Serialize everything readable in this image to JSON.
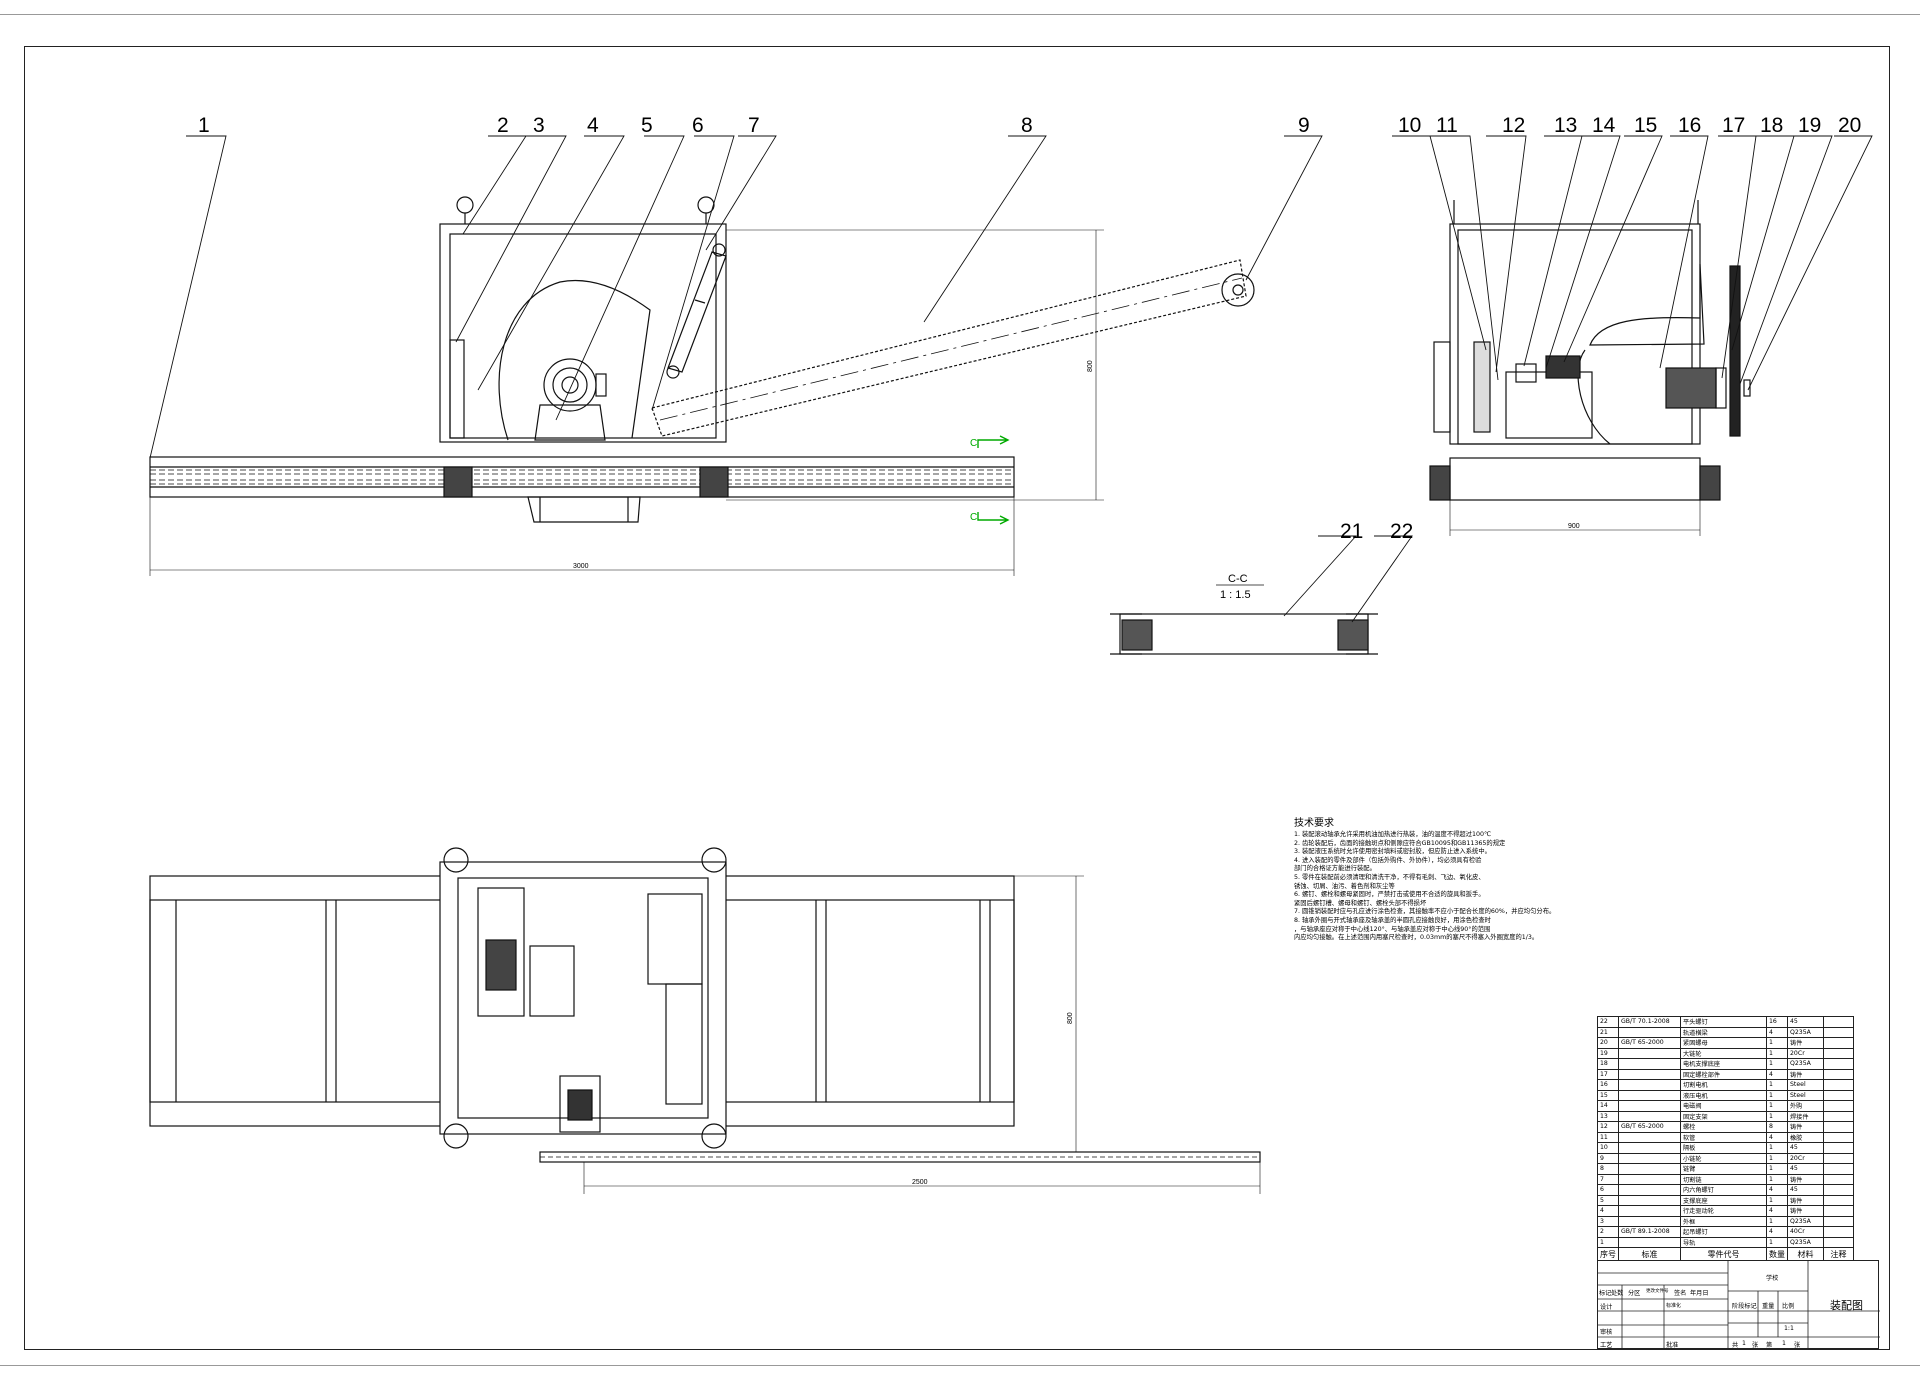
{
  "callouts": [
    "1",
    "2",
    "3",
    "4",
    "5",
    "6",
    "7",
    "8",
    "9",
    "10",
    "11",
    "12",
    "13",
    "14",
    "15",
    "16",
    "17",
    "18",
    "19",
    "20",
    "21",
    "22"
  ],
  "dimensions": {
    "main_length": "3000",
    "main_height": "800",
    "side_width": "900",
    "plan_height": "800",
    "plan_length": "2500"
  },
  "section": {
    "label": "C-C",
    "scale": "1 : 1.5",
    "marker": "C"
  },
  "tech_requirements": {
    "title": "技术要求",
    "lines": [
      "1. 装配滚动轴承允许采用机油加热进行热装，油的温度不得超过100℃",
      "2. 齿轮装配后，齿面的接触斑点和侧隙应符合GB10095和GB11365的规定",
      "3. 装配液压系统时允许使用密封填料或密封胶，但应防止进入系统中。",
      "4. 进入装配的零件及部件（包括外购件、外协件），均必须具有检验",
      "部门的合格证方能进行装配。",
      "5. 零件在装配前必须清理和清洗干净，不得有毛刺、飞边、氧化皮、",
      "锈蚀、切屑、油污、着色剂和灰尘等",
      "6. 螺钉、螺栓和螺母紧固时，严禁打击或使用不合适的旋具和扳手。",
      "紧固后螺钉槽、螺母和螺钉、螺栓头部不得损坏",
      "7. 圆锥销装配时应与孔应进行涂色检查，其接触率不应小于配合长度的60%，并应均匀分布。",
      "8. 轴承外圈与开式轴承座及轴承盖的半圆孔应接触良好，用涂色检查时",
      "，与轴承座应对称于中心线120°、与轴承盖应对称于中心线90°的范围",
      "内应均匀接触。在上述范围内用塞尺检查时，0.03mm的塞尺不得塞入外圈宽度的1/3。"
    ]
  },
  "bom": {
    "header": [
      "序号",
      "标准",
      "零件代号",
      "数量",
      "材料",
      "注释"
    ],
    "rows": [
      [
        "22",
        "GB/T 70.1-2008",
        "平头螺钉",
        "16",
        "45",
        ""
      ],
      [
        "21",
        "",
        "轨道横梁",
        "4",
        "Q235A",
        ""
      ],
      [
        "20",
        "GB/T 65-2000",
        "紧固螺母",
        "1",
        "铸件",
        ""
      ],
      [
        "19",
        "",
        "大链轮",
        "1",
        "20Cr",
        ""
      ],
      [
        "18",
        "",
        "电机支撑底座",
        "1",
        "Q235A",
        ""
      ],
      [
        "17",
        "",
        "固定螺栓部件",
        "4",
        "铸件",
        ""
      ],
      [
        "16",
        "",
        "切割电机",
        "1",
        "Steel",
        ""
      ],
      [
        "15",
        "",
        "液压电机",
        "1",
        "Steel",
        ""
      ],
      [
        "14",
        "",
        "电磁阀",
        "1",
        "外购",
        ""
      ],
      [
        "13",
        "",
        "固定支架",
        "1",
        "焊接件",
        ""
      ],
      [
        "12",
        "GB/T 65-2000",
        "螺栓",
        "8",
        "铸件",
        ""
      ],
      [
        "11",
        "",
        "软管",
        "4",
        "橡胶",
        ""
      ],
      [
        "10",
        "",
        "隔板",
        "1",
        "45",
        ""
      ],
      [
        "9",
        "",
        "小链轮",
        "1",
        "20Cr",
        ""
      ],
      [
        "8",
        "",
        "链臂",
        "1",
        "45",
        ""
      ],
      [
        "7",
        "",
        "切割链",
        "1",
        "铸件",
        ""
      ],
      [
        "6",
        "",
        "内六角螺钉",
        "4",
        "45",
        ""
      ],
      [
        "5",
        "",
        "支撑底座",
        "1",
        "铸件",
        ""
      ],
      [
        "4",
        "",
        "行走驱动轮",
        "4",
        "铸件",
        ""
      ],
      [
        "3",
        "",
        "外框",
        "1",
        "Q235A",
        ""
      ],
      [
        "2",
        "GB/T 89.1-2008",
        "起吊螺钉",
        "4",
        "40Cr",
        ""
      ],
      [
        "1",
        "",
        "导轨",
        "1",
        "Q235A",
        ""
      ]
    ]
  },
  "title_block": {
    "school": "学校",
    "drawing_title": "装配图",
    "rev_labels": [
      "标记",
      "处数",
      "分区",
      "更改文件号",
      "签名",
      "年月日"
    ],
    "design": "设计",
    "standardization": "标准化",
    "stage_mark": "阶段标记",
    "weight": "重量",
    "scale_label": "比例",
    "scale_value": "1:1",
    "review": "审核",
    "process": "工艺",
    "approve": "批准",
    "total": "共",
    "sheet": "张",
    "number": "第",
    "count": "1"
  }
}
